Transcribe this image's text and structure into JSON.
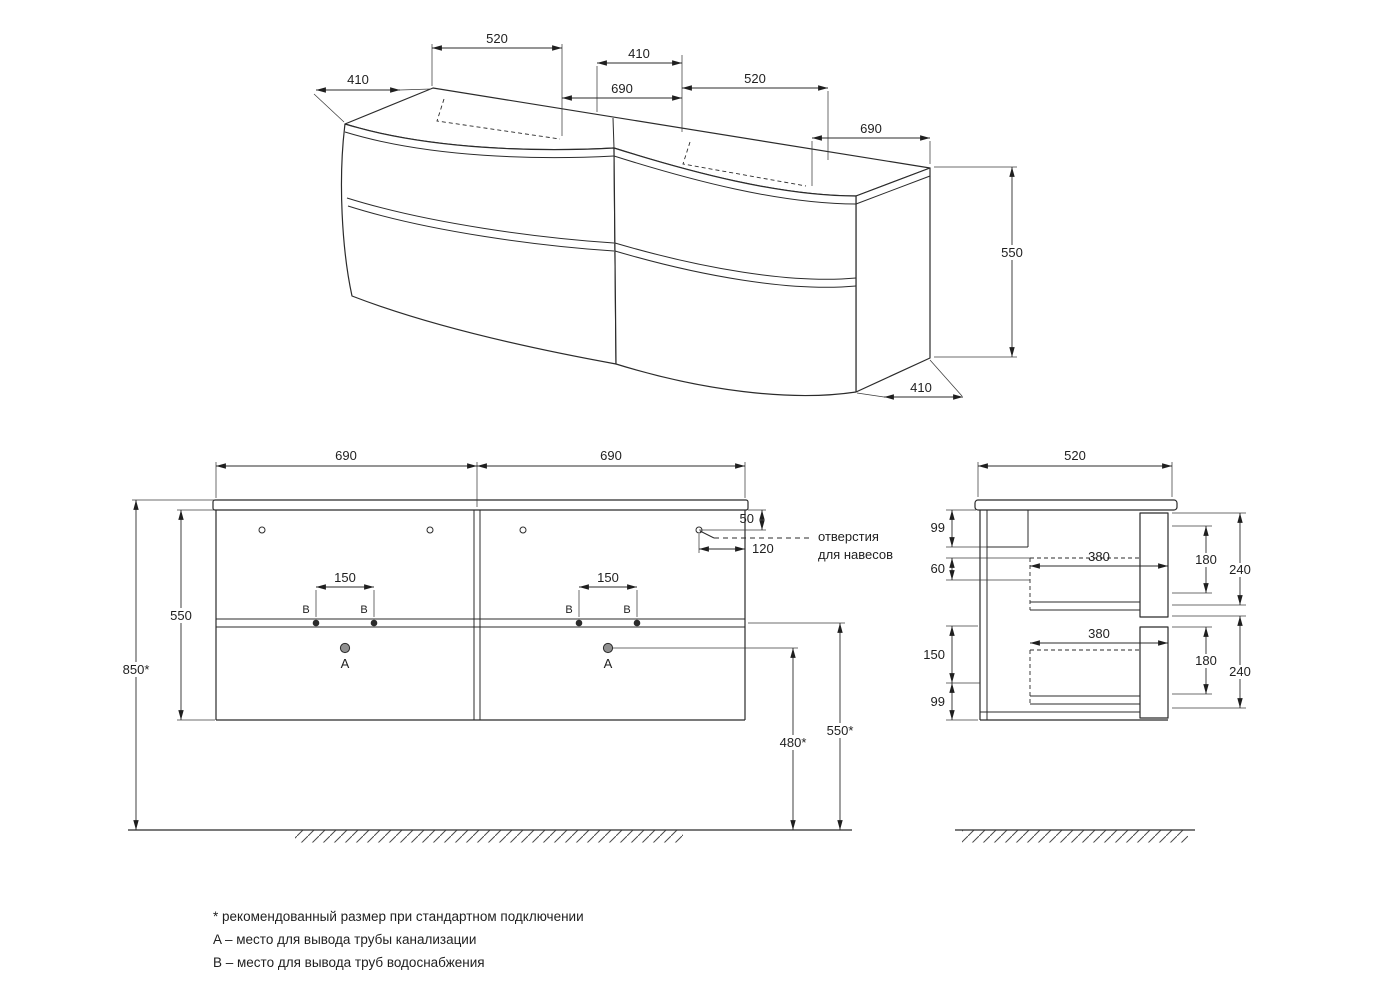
{
  "colors": {
    "background": "#ffffff",
    "line": "#2b2b2b",
    "text": "#1f1f1f"
  },
  "perspective": {
    "dim_top_basin": "520",
    "dim_left_depth": "410",
    "dim_mid_depth": "410",
    "dim_mid_width": "690",
    "dim_right_basin": "520",
    "dim_right_width": "690",
    "dim_height": "550",
    "dim_bottom_depth": "410"
  },
  "front": {
    "dim_left_width": "690",
    "dim_right_width": "690",
    "dim_total_height": "850*",
    "dim_cabinet_height": "550",
    "dim_hole_top_offset": "50",
    "dim_hole_right_offset": "120",
    "dim_b_spacing_left": "150",
    "dim_b_spacing_right": "150",
    "dim_a_to_floor": "480*",
    "dim_divider_to_floor": "550*",
    "marker_a_left": "A",
    "marker_a_right": "A",
    "marker_b1": "B",
    "marker_b2": "B",
    "marker_b3": "B",
    "marker_b4": "B",
    "callout_line1": "отверстия",
    "callout_line2": "для навесов"
  },
  "side": {
    "dim_depth": "520",
    "dim_top_rail": "99",
    "dim_gap": "60",
    "dim_drawer_depth_top": "380",
    "dim_drawer_inner_top": "180",
    "dim_drawer_front_top": "240",
    "dim_drawer_depth_bottom": "380",
    "dim_bottom_space": "150",
    "dim_bottom_rail": "99",
    "dim_drawer_inner_bottom": "180",
    "dim_drawer_front_bottom": "240"
  },
  "legend": {
    "note_asterisk": "* рекомендованный размер при стандартном подключении",
    "note_a": "A – место для вывода трубы канализации",
    "note_b": "B – место для вывода труб водоснабжения"
  }
}
